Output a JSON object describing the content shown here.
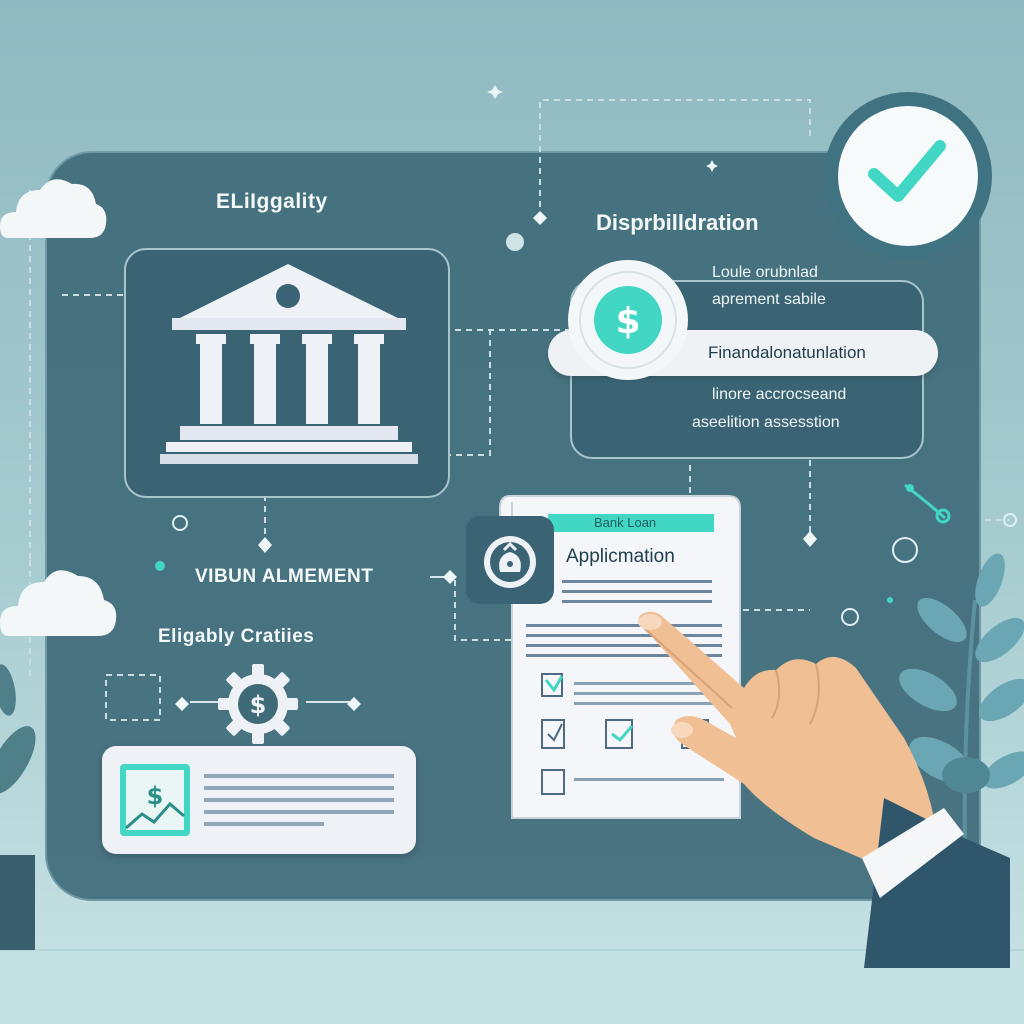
{
  "labels": {
    "eligibility_title": "ELiIggality",
    "disbursement_title": "Disprbilldration",
    "loan_line1": "Loule orubnlad",
    "loan_line2": "aprement sabile",
    "financial_pill": "Finandalonatunlation",
    "assess_line1": "linore accrocseand",
    "assess_line2": "aseelition assesstion",
    "vibun_label": "VIBUN ALMEMENT",
    "eligibly_criteria": "Eligably Cratiies",
    "doc_tag": "Bank Loan",
    "doc_title": "Applicmation"
  },
  "icons": {
    "check": "check-icon",
    "bank": "bank-building-icon",
    "dollar": "dollar-coin-icon",
    "gear": "gear-dollar-icon",
    "money_bag": "money-bag-icon",
    "chart": "dollar-chart-icon",
    "hand": "pointing-hand-icon",
    "cloud": "cloud-icon",
    "plant": "leaf-plant-icon"
  },
  "colors": {
    "panel": "#3f6a78",
    "accent": "#42d6c4",
    "card": "#e8eef2",
    "text_dark": "#1f3d4a"
  }
}
